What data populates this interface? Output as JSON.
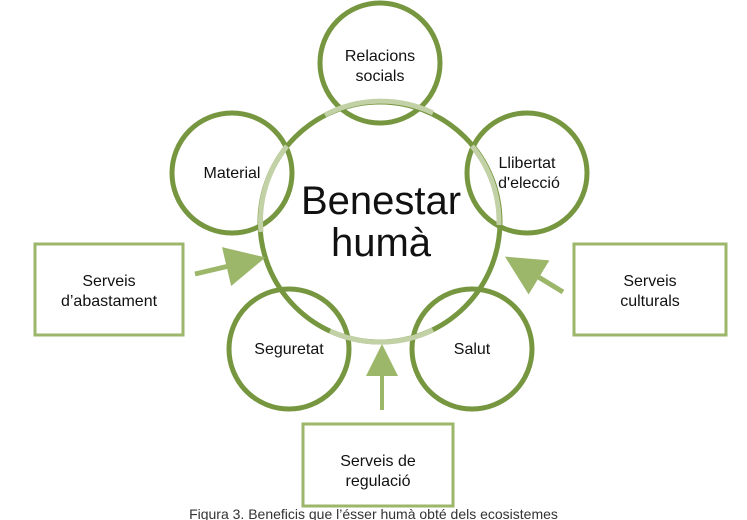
{
  "center": {
    "line1": "Benestar",
    "line2": "humà"
  },
  "circles": {
    "relacions": {
      "line1": "Relacions",
      "line2": "socials"
    },
    "llibertat": {
      "line1": "Llibertat",
      "line2": "d'elecció"
    },
    "salut": {
      "line1": "Salut"
    },
    "seguretat": {
      "line1": "Seguretat"
    },
    "material": {
      "line1": "Material"
    }
  },
  "services": {
    "abastament": {
      "line1": "Serveis",
      "line2": "d’abastament"
    },
    "culturals": {
      "line1": "Serveis",
      "line2": "culturals"
    },
    "regulacio": {
      "line1": "Serveis de",
      "line2": "regulació"
    }
  },
  "caption": "Figura 3. Beneficis que l’ésser humà obté dels ecosistemes",
  "colors": {
    "ring": "#76963F",
    "ring_light": "#C3D1A6",
    "box": "#9CB66A",
    "arrow": "#9CB66A",
    "text": "#111111"
  }
}
